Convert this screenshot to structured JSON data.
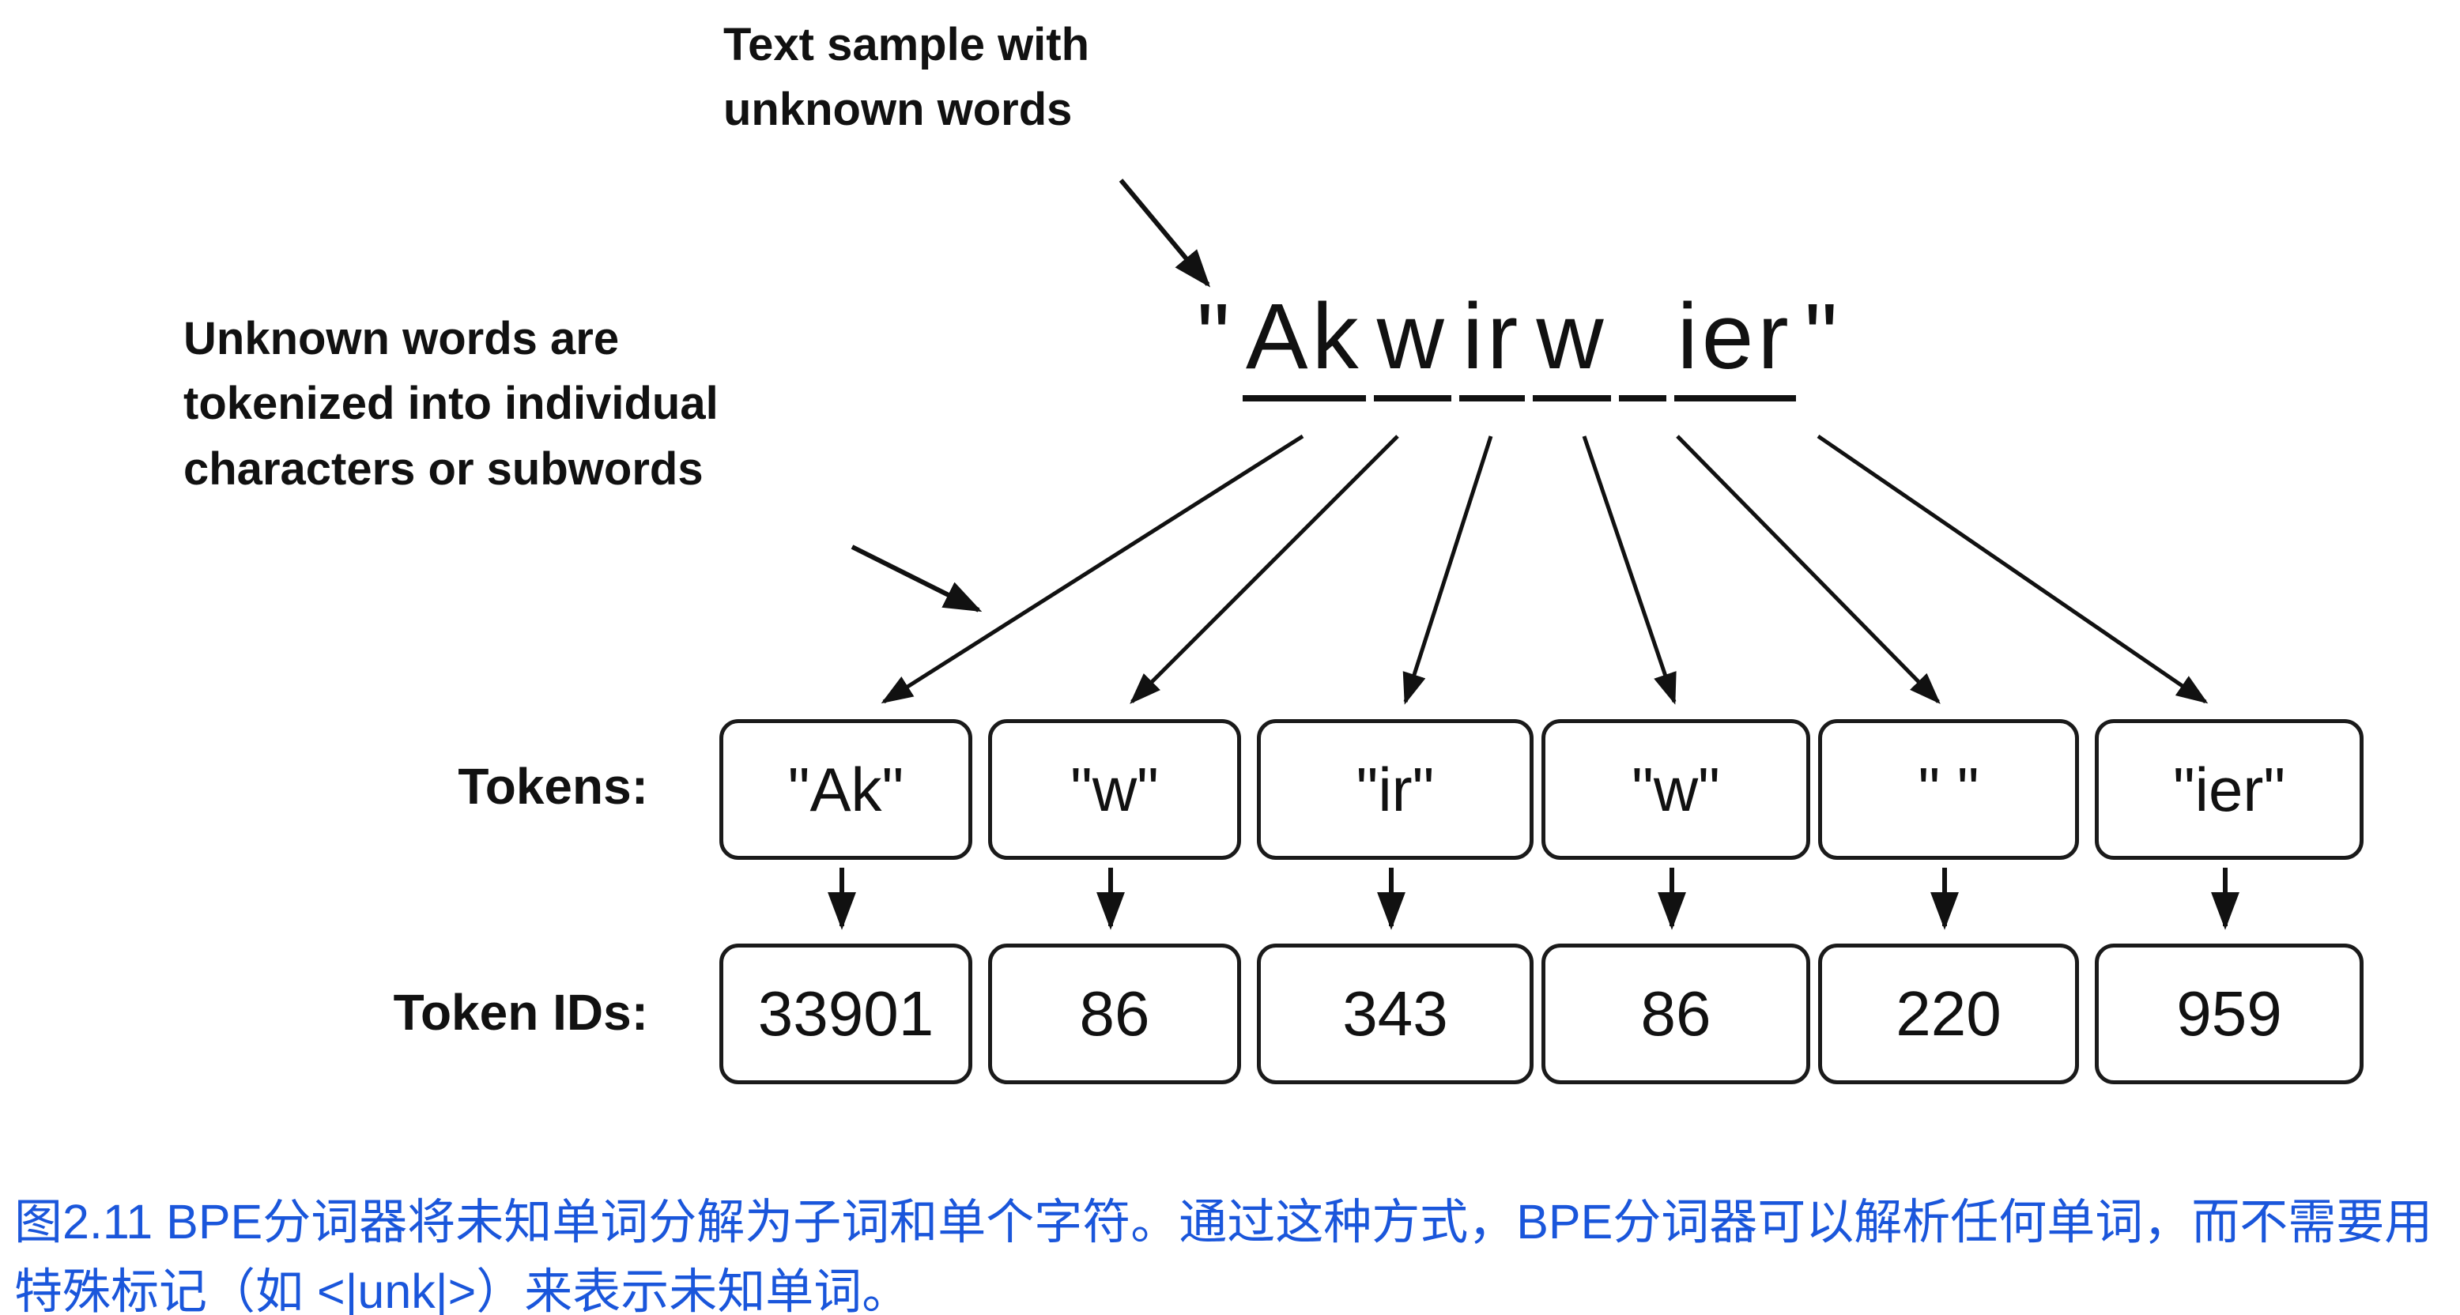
{
  "annotations": {
    "top_lines": [
      "Text sample with",
      "unknown words"
    ],
    "left_lines": [
      "Unknown words are",
      "tokenized into individual",
      "characters or subwords"
    ]
  },
  "sample": {
    "open_quote": "\"",
    "close_quote": "\"",
    "segments": [
      "Ak",
      "w",
      "ir",
      "w",
      " ",
      "ier"
    ]
  },
  "labels": {
    "tokens": "Tokens:",
    "token_ids": "Token IDs:"
  },
  "tokens": [
    {
      "text": "\"Ak\"",
      "id": "33901"
    },
    {
      "text": "\"w\"",
      "id": "86"
    },
    {
      "text": "\"ir\"",
      "id": "343"
    },
    {
      "text": "\"w\"",
      "id": "86"
    },
    {
      "text": "\" \"",
      "id": "220"
    },
    {
      "text": "\"ier\"",
      "id": "959"
    }
  ],
  "caption": "图2.11 BPE分词器将未知单词分解为子词和单个字符。通过这种方式，BPE分词器可以解析任何单词，而不需要用特殊标记（如 <|unk|>）来表示未知单词。",
  "colors": {
    "ink": "#111111",
    "caption": "#1a56db"
  }
}
